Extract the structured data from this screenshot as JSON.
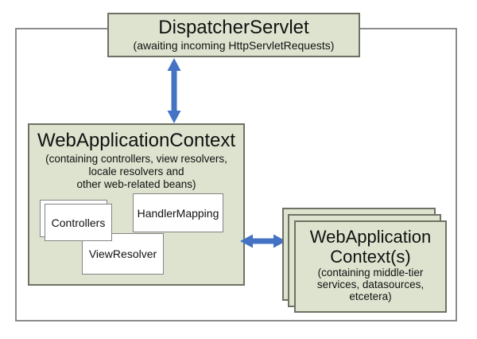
{
  "dispatcher_servlet": {
    "title": "DispatcherServlet",
    "subtitle": "(awaiting incoming HttpServletRequests)"
  },
  "web_application_context": {
    "title": "WebApplicationContext",
    "subtitle_line1": "(containing controllers, view resolvers,",
    "subtitle_line2": "locale resolvers and",
    "subtitle_line3": "other web-related beans)",
    "controllers_label": "Controllers",
    "handler_mapping_label": "HandlerMapping",
    "view_resolver_label": "ViewResolver"
  },
  "root_application_contexts": {
    "title_line1": "WebApplication",
    "title_line2": "Context(s)",
    "subtitle_line1": "(containing middle-tier",
    "subtitle_line2": "services, datasources,",
    "subtitle_line3": "etcetera)"
  },
  "colors": {
    "box_fill": "#dde3cf",
    "box_border": "#6e7264",
    "frame_border": "#8c8c8c",
    "inner_box_border": "#848484",
    "arrow_blue": "#4472c4"
  }
}
